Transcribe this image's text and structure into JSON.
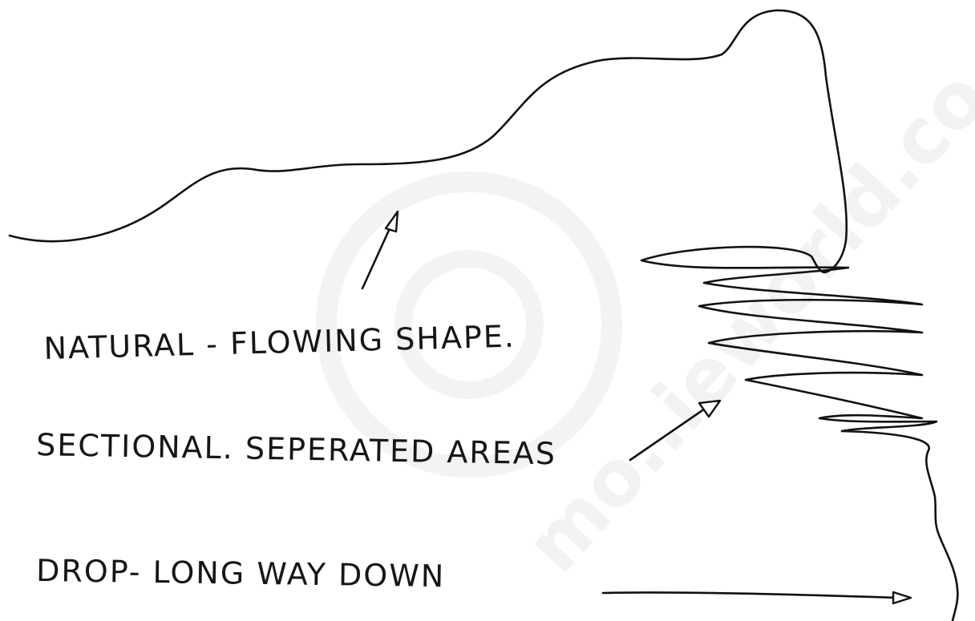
{
  "annotations": {
    "natural": "NATURAL - FLOWING SHAPE.",
    "sectional": "SECTIONAL. SEPERATED AREAS",
    "drop": "DROP- LONG WAY DOWN"
  },
  "watermark": {
    "text": "mo..ieworld.co"
  },
  "colors": {
    "ink": "#111111",
    "paper": "#ffffff",
    "watermark": "#f2f2f2"
  }
}
